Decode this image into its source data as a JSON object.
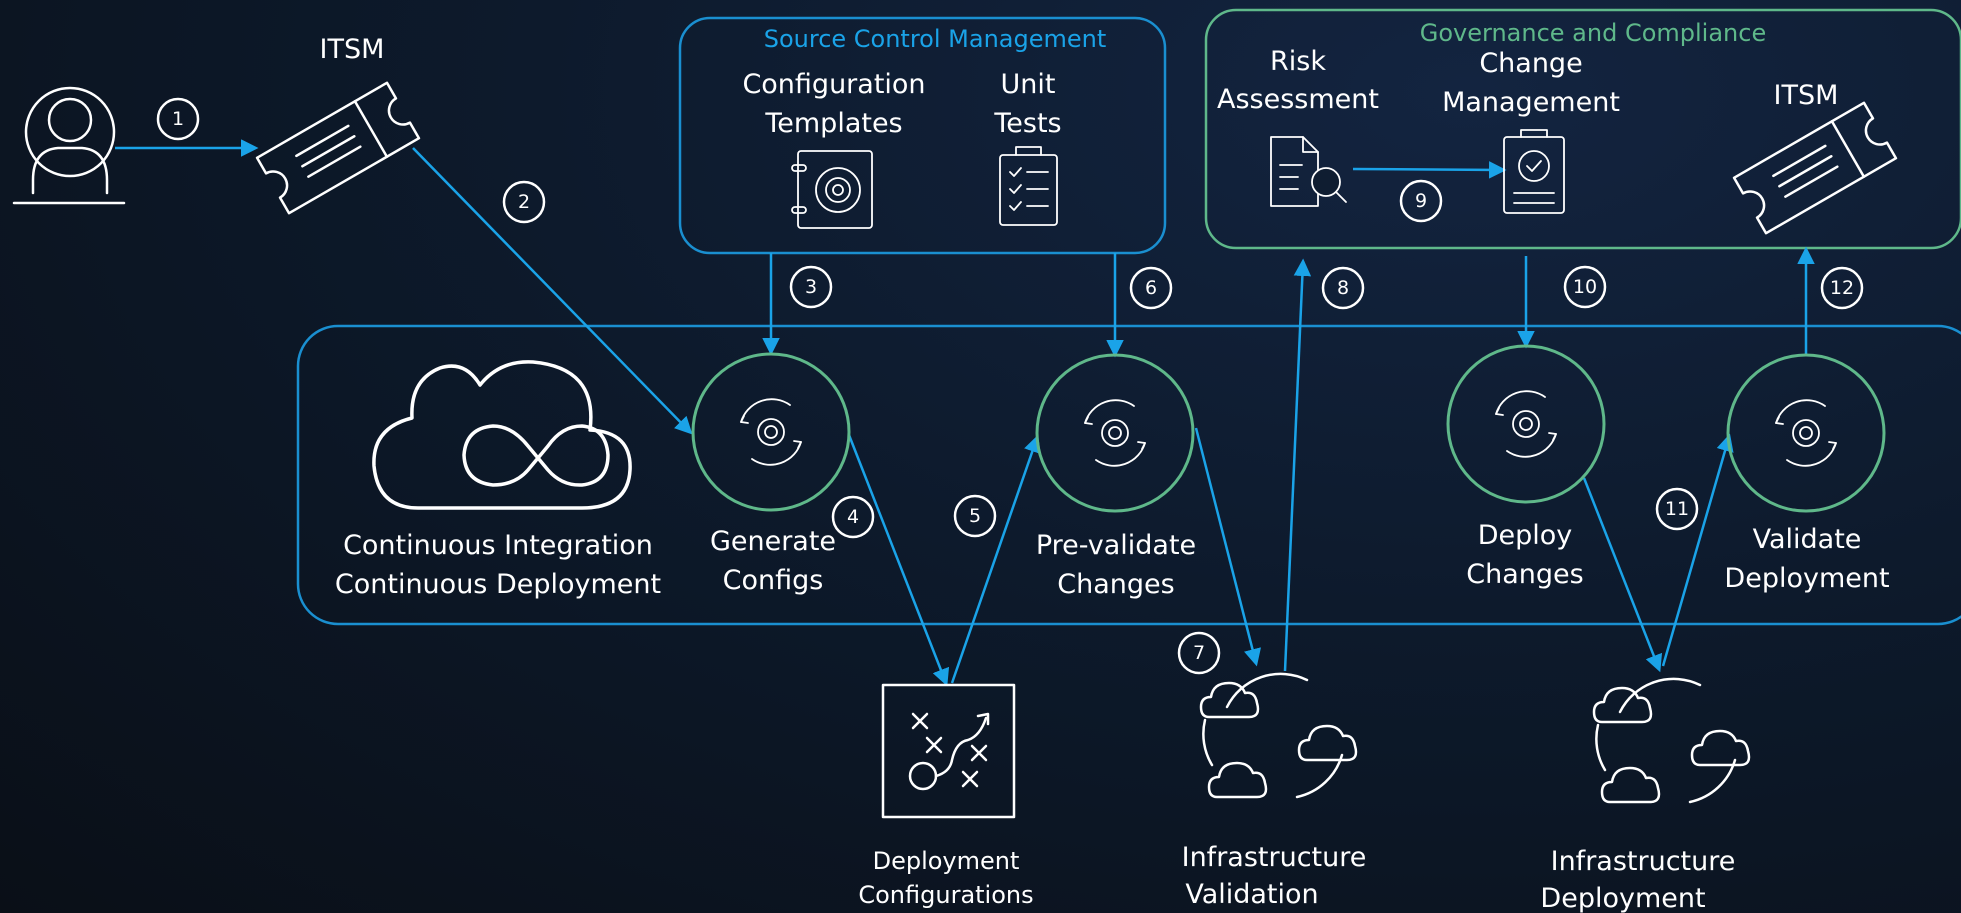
{
  "colors": {
    "accent_blue": "#1aa3e8",
    "accent_green": "#5fb88a",
    "background": "#0d1a2c",
    "text": "#ffffff"
  },
  "itsm_left": {
    "label": "ITSM",
    "icon": "ticket-icon"
  },
  "user": {
    "icon": "user-icon"
  },
  "source_control": {
    "title": "Source Control Management",
    "config_templates": [
      "Configuration",
      "Templates"
    ],
    "unit_tests": [
      "Unit",
      "Tests"
    ]
  },
  "governance": {
    "title": "Governance and Compliance",
    "risk": [
      "Risk",
      "Assessment"
    ],
    "change": [
      "Change",
      "Management"
    ],
    "itsm": "ITSM"
  },
  "cicd": {
    "label": [
      "Continuous Integration",
      "Continuous Deployment"
    ],
    "icon": "cloud-infinity-icon"
  },
  "stages": {
    "generate": [
      "Generate",
      "Configs"
    ],
    "prevalidate": [
      "Pre-validate",
      "Changes"
    ],
    "deploy": [
      "Deploy",
      "Changes"
    ],
    "validate": [
      "Validate",
      "Deployment"
    ]
  },
  "outputs": {
    "deployment_configs": [
      "Deployment",
      "Configurations"
    ],
    "infra_validation": [
      "Infrastructure",
      "Validation"
    ],
    "infra_deployment": [
      "Infrastructure",
      "Deployment"
    ]
  },
  "steps": [
    "1",
    "2",
    "3",
    "4",
    "5",
    "6",
    "7",
    "8",
    "9",
    "10",
    "11",
    "12"
  ]
}
